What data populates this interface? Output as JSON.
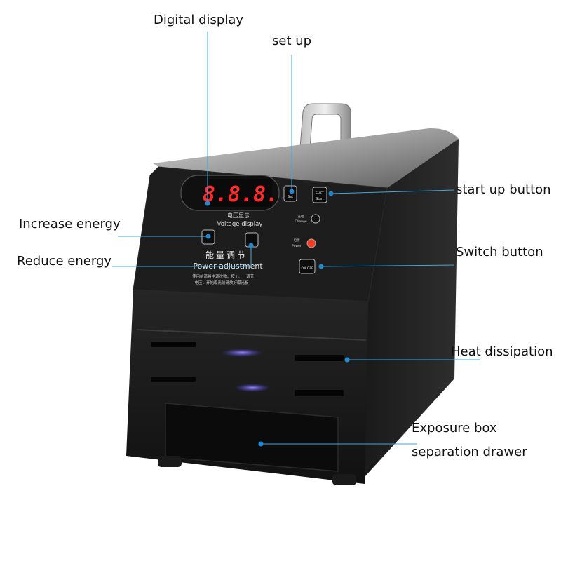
{
  "callouts": {
    "digital_display": "Digital display",
    "set_up": "set up",
    "start_up_button": "start up button",
    "increase_energy": "Increase energy",
    "reduce_energy": "Reduce energy",
    "switch_button": "Switch button",
    "heat_dissipation": "Heat dissipation",
    "exposure_box_line1": "Exposure box",
    "exposure_box_line2": "separation drawer"
  },
  "panel": {
    "display_value": "8.8.8.",
    "voltage_display_cn": "电压显示",
    "voltage_display_en": "Voltage   display",
    "power_adjust_cn": "能量调节",
    "power_adjust_en": "Power adjustment",
    "set_key": "Set",
    "start_key_top": "SHIFT",
    "start_key": "Start",
    "change_label_cn": "充电",
    "change_label_en": "Change",
    "power_label_cn": "电源",
    "power_label_en": "Power",
    "onoff_key": "ON OFF",
    "note_line1": "使用前请将电源次数，按＋、－调节",
    "note_line2": "电压，开始曝光前请放好曝光板"
  },
  "colors": {
    "callout_line": "#3fa7e0",
    "callout_dot": "#1e88d0",
    "led_red": "#ff2a2a",
    "indicator_red": "#ff3b1f",
    "vent_glow": "#6a5cff",
    "body_black": "#141414"
  }
}
